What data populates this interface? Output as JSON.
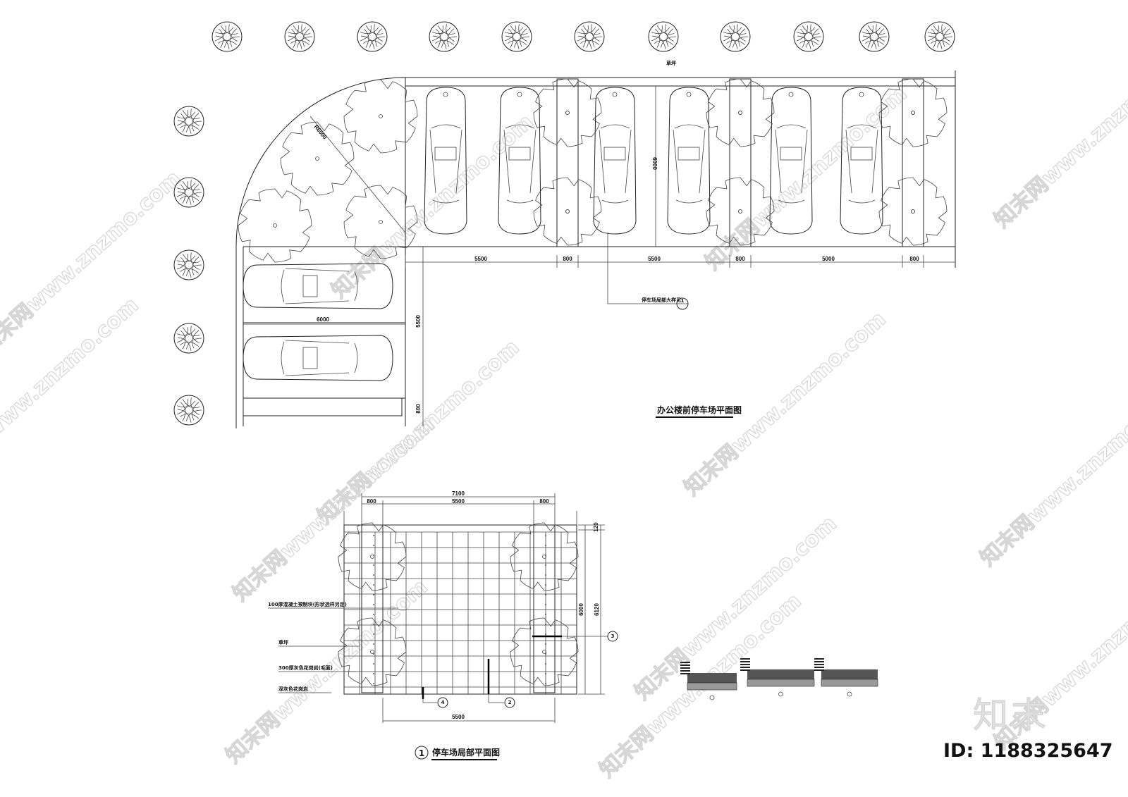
{
  "plan": {
    "title": "办公楼前停车场平面图",
    "lawn_label": "草坪",
    "radius_label": "R6000",
    "callout_label": "停车场局部大样见",
    "callout_num": "1",
    "top_dims": [
      "5500",
      "800",
      "5500",
      "800",
      "5000",
      "800"
    ],
    "stall_depth": "6000",
    "left_dims": {
      "width": "6000",
      "depth": "5500",
      "strip": "800"
    }
  },
  "detail": {
    "title_num": "1",
    "title": "停车场局部平面图",
    "top_dims": {
      "total": "7100",
      "left": "800",
      "middle": "5500",
      "right": "800"
    },
    "right_dims": {
      "top": "120",
      "inner": "6000",
      "total": "6120"
    },
    "bottom_dim": "5500",
    "callouts": [
      "3",
      "4",
      "2"
    ],
    "notes": [
      "100厚混凝土预制块(形状选样另定)",
      "草坪",
      "300厚灰色花岗岩(毛面)",
      "深灰色花岗岩"
    ]
  },
  "watermark": {
    "text": "知末网www.znzmo.com",
    "brand": "知末",
    "id": "ID: 1188325647"
  }
}
